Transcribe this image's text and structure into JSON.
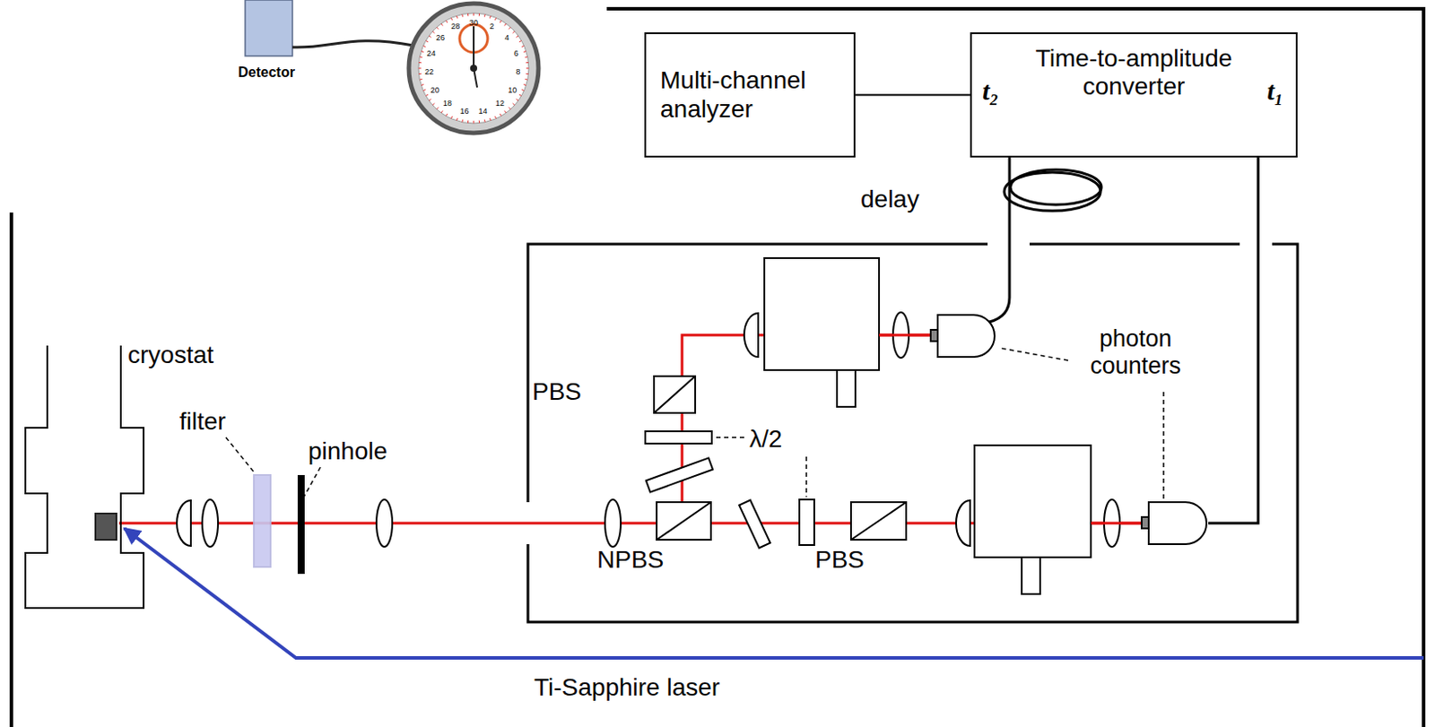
{
  "diagram": {
    "nodes": [
      {
        "text": [
          "Multi-channel analyzer"
        ]
      },
      {
        "text": [
          "Time-to-amplitude converter",
          "t₂",
          "t₁"
        ]
      }
    ],
    "edges": [
      {
        "from": 0,
        "to": 1,
        "arrow": "none"
      }
    ],
    "labels": [
      "Detector",
      "30",
      "2",
      "4",
      "6",
      "8",
      "10",
      "12",
      "14",
      "16",
      "18",
      "20",
      "22",
      "24",
      "26",
      "28",
      "delay",
      "photon counters",
      "cryostat",
      "filter",
      "pinhole",
      "PBS",
      "λ/2",
      "NPBS",
      "PBS",
      "Ti-Sapphire laser"
    ]
  }
}
